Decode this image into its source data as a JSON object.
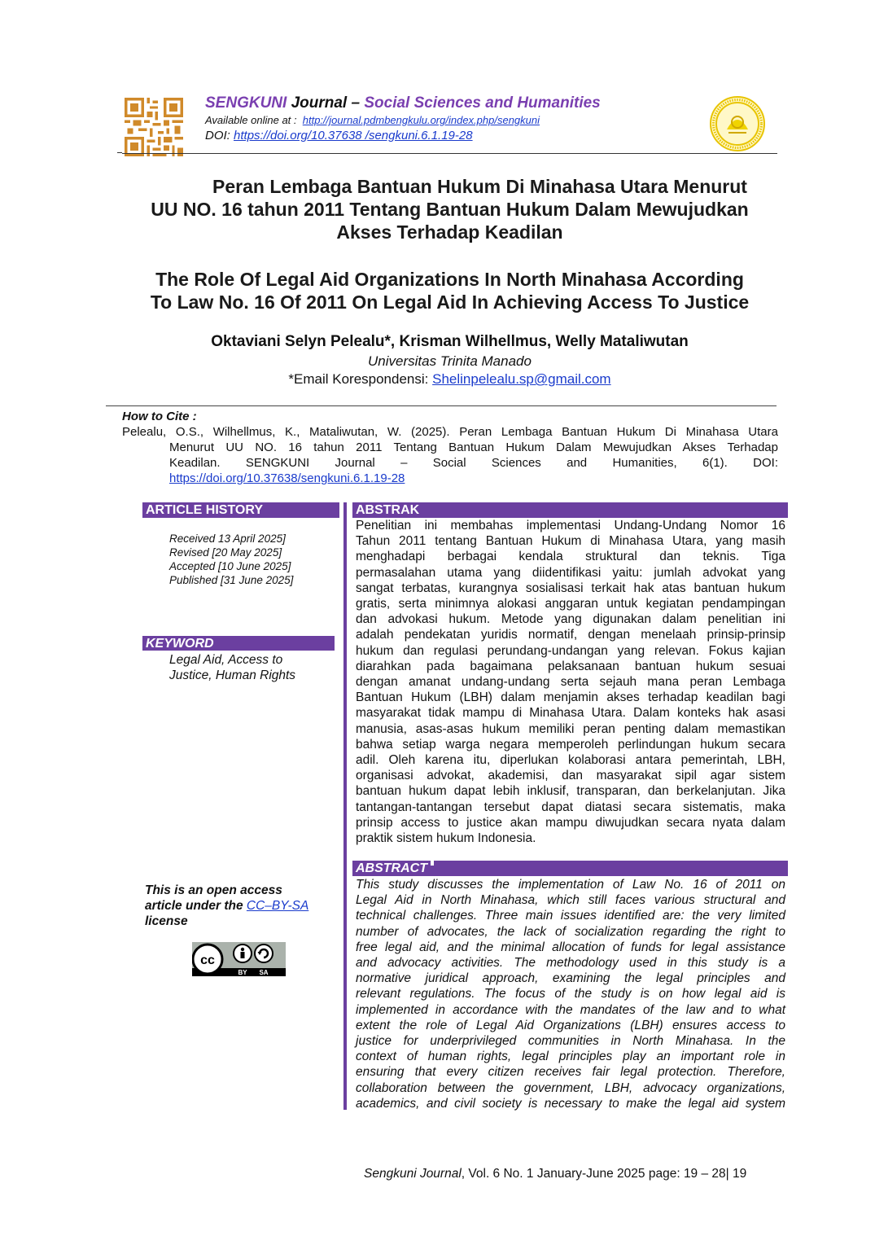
{
  "header": {
    "journal_name": "SENGKUNI",
    "journal_word": "Journal",
    "dash": "–",
    "subject": "Social Sciences and Humanities",
    "available_label": "Available online at :",
    "available_url": "http://journal.pdmbengkulu.org/index.php/sengkuni",
    "doi_label": "DOI:",
    "doi_url": "https://doi.org/10.37638 /sengkuni.6.1.19-28"
  },
  "title_id": [
    "Peran Lembaga Bantuan Hukum Di Minahasa Utara Menurut",
    "UU NO. 16 tahun 2011 Tentang Bantuan Hukum Dalam Mewujudkan",
    "Akses Terhadap Keadilan"
  ],
  "title_en": [
    "The Role Of Legal Aid Organizations In North Minahasa According",
    "To Law No. 16 Of 2011 On Legal Aid In Achieving Access To Justice"
  ],
  "authors": "Oktaviani Selyn Pelealu*, Krisman Wilhellmus, Welly Mataliwutan",
  "affiliation": "Universitas Trinita Manado",
  "email_label": "*Email Korespondensi:",
  "email": "Shelinpelealu.sp@gmail.com",
  "citation": {
    "heading": "How to Cite :",
    "lines": [
      "Pelealu, O.S., Wilhellmus, K., Mataliwutan, W. (2025). Peran Lembaga Bantuan Hukum Di Minahasa Utara",
      "Menurut UU NO. 16 tahun 2011 Tentang Bantuan Hukum Dalam Mewujudkan Akses Terhadap",
      "Keadilan. SENGKUNI Journal – Social Sciences and Humanities, 6(1). DOI:"
    ],
    "doi": "https://doi.org/10.37638/sengkuni.6.1.19-28"
  },
  "article_history": {
    "heading": "ARTICLE HISTORY",
    "items": [
      "Received 13 April 2025]",
      "Revised [20 May 2025]",
      "Accepted [10 June 2025]",
      "Published [31 June 2025]"
    ]
  },
  "keyword": {
    "heading": "KEYWORD",
    "lines": [
      "Legal Aid, Access to",
      "Justice, Human Rights"
    ]
  },
  "license": {
    "line1": "This is an open access",
    "line2_prefix": "article under the",
    "link": "CC–BY-SA",
    "line3": "license",
    "badge_by": "BY",
    "badge_sa": "SA"
  },
  "abstrak": {
    "heading": "ABSTRAK",
    "lines": [
      "Penelitian ini membahas implementasi Undang-Undang Nomor 16",
      "Tahun 2011 tentang Bantuan Hukum di Minahasa Utara, yang masih",
      "menghadapi berbagai kendala struktural dan teknis. Tiga",
      "permasalahan utama yang diidentifikasi yaitu: jumlah advokat yang",
      "sangat terbatas, kurangnya sosialisasi terkait hak atas bantuan hukum",
      "gratis, serta minimnya alokasi anggaran untuk kegiatan pendampingan",
      "dan advokasi hukum. Metode yang digunakan dalam penelitian ini",
      "adalah pendekatan yuridis normatif, dengan menelaah prinsip-prinsip",
      "hukum dan regulasi perundang-undangan yang relevan. Fokus kajian",
      "diarahkan pada bagaimana pelaksanaan bantuan hukum sesuai",
      "dengan amanat undang-undang serta sejauh mana peran Lembaga",
      "Bantuan Hukum (LBH) dalam menjamin akses terhadap keadilan bagi",
      "masyarakat tidak mampu di Minahasa Utara. Dalam konteks hak asasi",
      "manusia, asas-asas hukum memiliki peran penting dalam memastikan",
      "bahwa setiap warga negara memperoleh perlindungan hukum secara",
      "adil. Oleh karena itu, diperlukan kolaborasi antara pemerintah, LBH,",
      "organisasi advokat, akademisi, dan masyarakat sipil agar sistem",
      "bantuan hukum dapat lebih inklusif, transparan, dan berkelanjutan. Jika",
      "tantangan-tantangan tersebut dapat diatasi secara sistematis, maka",
      "prinsip access to justice akan mampu diwujudkan secara nyata dalam",
      "praktik sistem hukum Indonesia."
    ]
  },
  "abstract": {
    "heading": "ABSTRACT",
    "lines": [
      "This study discusses the implementation of Law No. 16 of 2011 on",
      "Legal Aid in North Minahasa, which still faces various structural and",
      "technical challenges. Three main issues identified are: the very limited",
      "number of advocates, the lack of socialization regarding the right to",
      "free legal aid, and the minimal allocation of funds for legal assistance",
      "and advocacy activities. The methodology used in this study is a",
      "normative juridical approach, examining the legal principles and",
      "relevant regulations. The focus of the study is on how legal aid is",
      "implemented in accordance with the mandates of the law and to what",
      "extent the role of Legal Aid Organizations (LBH) ensures access to",
      "justice for underprivileged communities in North Minahasa. In the",
      "context of human rights, legal principles play an important role in",
      "ensuring that every citizen receives fair legal protection. Therefore,",
      "collaboration between the government, LBH, advocacy organizations,",
      "academics, and civil society is necessary to make the legal aid system"
    ]
  },
  "footer": {
    "journal": "Sengkuni Journal",
    "rest": ",  Vol. 6 No. 1 January-June 2025 page: 19 – 28| 19"
  },
  "colors": {
    "accent": "#6b3fa0",
    "link": "#1a3bcc",
    "qr": "#d08a2a",
    "seal": "#e8c400"
  }
}
